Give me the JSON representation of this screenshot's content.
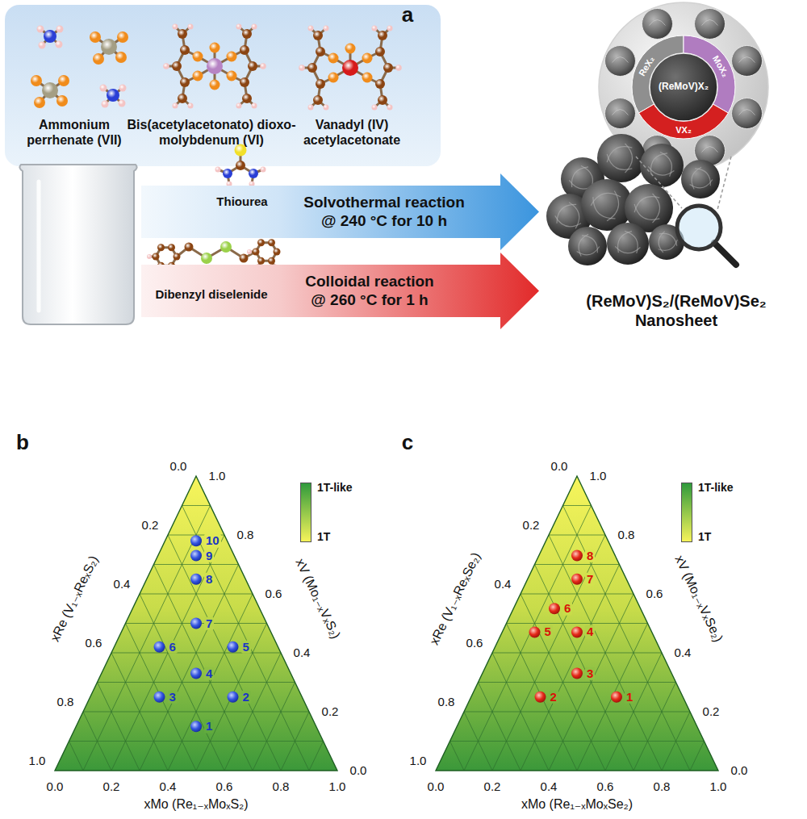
{
  "diagram": {
    "nodes": [
      {
        "text": [
          "Solvothermal reaction @ 240 °C for 10 h"
        ]
      },
      {
        "text": [
          "Colloidal reaction @ 260 °C for 1 h"
        ]
      },
      {
        "text": [
          "(ReMoV)X₂"
        ]
      }
    ],
    "labels": [
      "a",
      "Ammonium perrhenate (VII)",
      "Bis(acetylacetonato) dioxo-molybdenum (VI)",
      "Vanadyl (IV) acetylacetonate",
      "Thiourea",
      "Dibenzyl diselenide",
      "ReX₂",
      "MoX₂",
      "VX₂",
      "(ReMoV)S₂/(ReMoV)Se₂ Nanosheet",
      "b",
      "0.0",
      "0.2",
      "0.4",
      "0.6",
      "0.8",
      "1.0",
      "0.0",
      "0.2",
      "0.4",
      "0.6",
      "0.8",
      "1.0",
      "0.0",
      "0.2",
      "0.4",
      "0.6",
      "0.8",
      "1.0",
      "xMo (Re₁₋ₓMoₓS₂)",
      "xRe (V₁₋ₓReₓS₂)",
      "xV (Mo₁₋ₓVₓS₂)",
      "1",
      "2",
      "3",
      "4",
      "5",
      "6",
      "7",
      "8",
      "9",
      "10",
      "c",
      "0.0",
      "0.2",
      "0.4",
      "0.6",
      "0.8",
      "1.0",
      "0.0",
      "0.2",
      "0.4",
      "0.6",
      "0.8",
      "1.0",
      "0.0",
      "0.2",
      "0.4",
      "0.6",
      "0.8",
      "1.0",
      "xMo (Re₁₋ₓMoₓSe₂)",
      "xRe (V₁₋ₓReₓSe₂)",
      "xV (Mo₁₋ₓVₓSe₂)",
      "1",
      "2",
      "3",
      "4",
      "5",
      "6",
      "7",
      "8"
    ],
    "legend": [
      {
        "text": "1T-like",
        "color": "#2f9a3c"
      },
      {
        "text": "1T",
        "color": "#f6f35a"
      },
      {
        "text": "1T-like",
        "color": "#2f9a3c"
      },
      {
        "text": "1T",
        "color": "#f6f35a"
      }
    ]
  }
}
